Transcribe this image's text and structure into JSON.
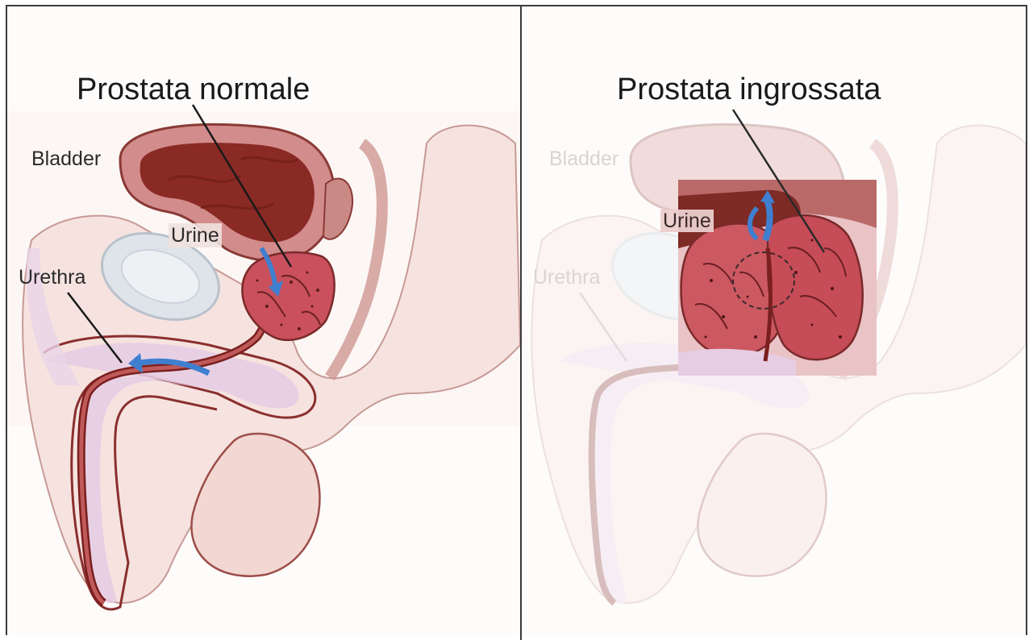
{
  "panels": {
    "left": {
      "title": "Prostata normale",
      "labels": {
        "bladder": "Bladder",
        "urine": "Urine",
        "urethra": "Urethra"
      }
    },
    "right": {
      "title": "Prostata ingrossata",
      "labels": {
        "bladder": "Bladder",
        "urine": "Urine",
        "urethra": "Urethra"
      }
    }
  },
  "colors": {
    "frame": "#3a3a3a",
    "background": "#fdfcfb",
    "skin": "#f6e3df",
    "bladder_wall": "#d38c8c",
    "bladder_lumen": "#8a2a24",
    "prostate": "#c9505c",
    "spongy_tissue": "#e6cde3",
    "bone": "#dfe4ea",
    "urine_arrow": "#3f7fd0",
    "outline": "#7a2a2a"
  },
  "icons": [
    "urine-flow-arrow-icon",
    "enlarged-zone-dashed-circle-icon"
  ]
}
